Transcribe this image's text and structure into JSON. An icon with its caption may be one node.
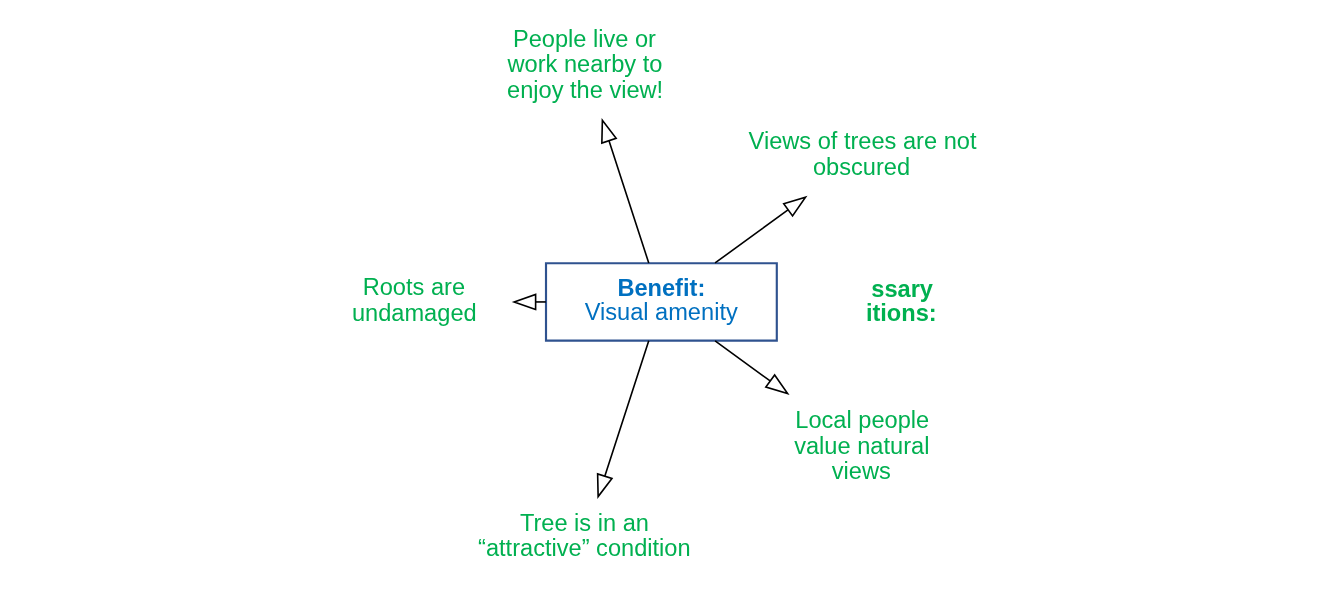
{
  "diagram": {
    "nodes": [
      {
        "text": [
          "Views of trees are not obscured"
        ]
      },
      {
        "text": [
          "People live or work nearby to enjoy the view!"
        ]
      },
      {
        "text": [
          "Benefit:",
          "Visual amenity"
        ]
      },
      {
        "text": [
          "Roots are undamaged"
        ]
      },
      {
        "text": [
          "Tree is in an “attractive” condition"
        ]
      },
      {
        "text": [
          "Local people value natural views"
        ]
      }
    ],
    "edges": [
      {
        "from": 2,
        "to": 0,
        "arrow": "to"
      },
      {
        "from": 2,
        "to": 1,
        "arrow": "to"
      },
      {
        "from": 2,
        "to": 3,
        "arrow": "to"
      },
      {
        "from": 2,
        "to": 4,
        "arrow": "to"
      },
      {
        "from": 2,
        "to": 5,
        "arrow": "to"
      }
    ],
    "labels": [
      "ssary itions:"
    ]
  }
}
